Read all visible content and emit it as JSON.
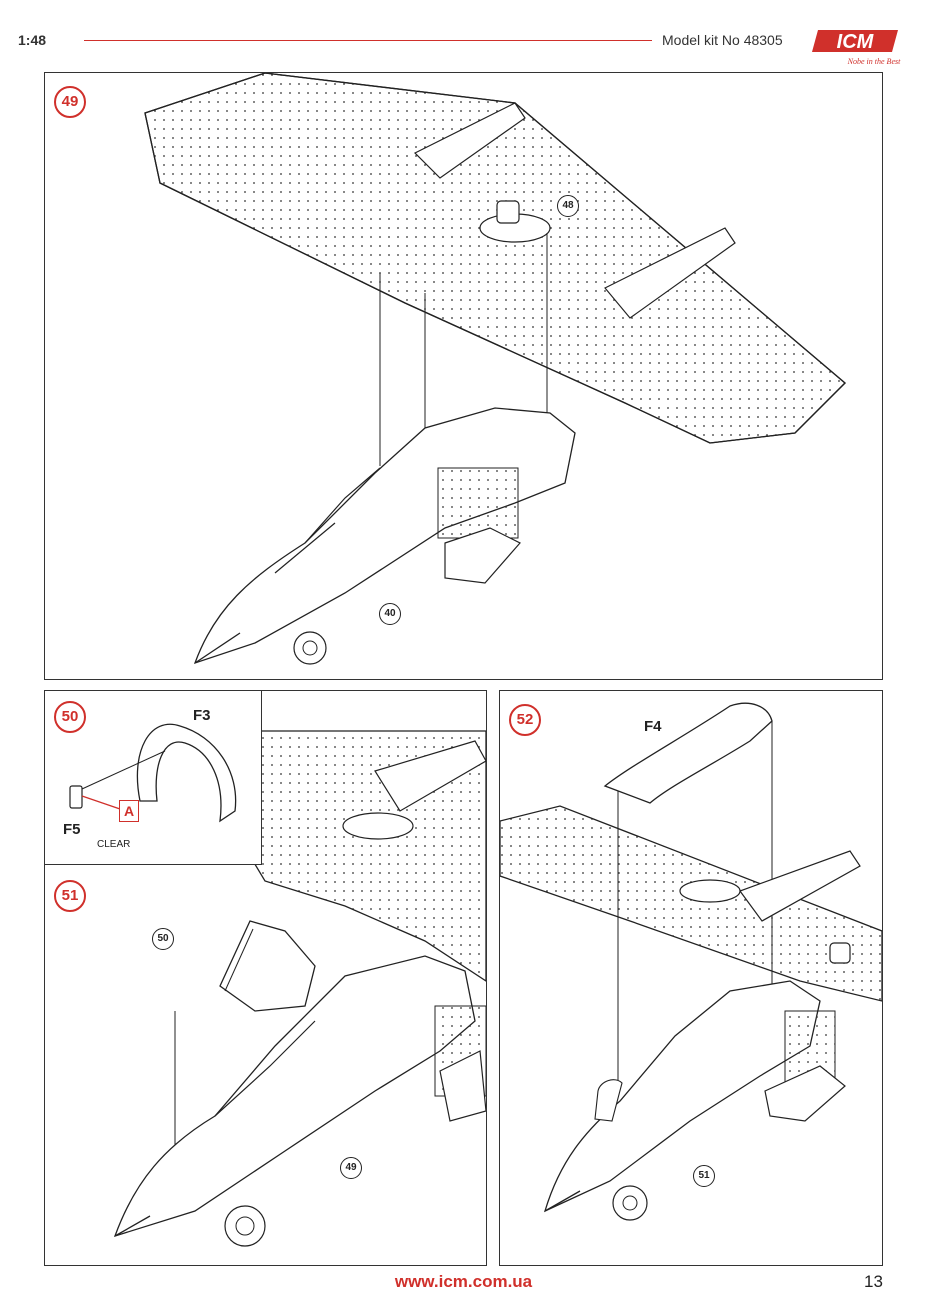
{
  "header": {
    "scale": "1:48",
    "title": "Model kit No 48305",
    "logo_text": "ICM",
    "logo_tagline": "Nobe in the Best"
  },
  "steps": [
    {
      "number": "49",
      "refs": [
        "48",
        "40"
      ]
    },
    {
      "number": "50",
      "parts": [
        {
          "code": "F3"
        },
        {
          "code": "F5",
          "note": "CLEAR"
        }
      ],
      "paint_code": "A"
    },
    {
      "number": "51",
      "refs": [
        "50",
        "49"
      ]
    },
    {
      "number": "52",
      "parts": [
        {
          "code": "F4"
        }
      ],
      "refs": [
        "51"
      ]
    }
  ],
  "footer": {
    "url": "www.icm.com.ua",
    "page": "13"
  },
  "colors": {
    "accent": "#d0302b",
    "line": "#333333"
  }
}
